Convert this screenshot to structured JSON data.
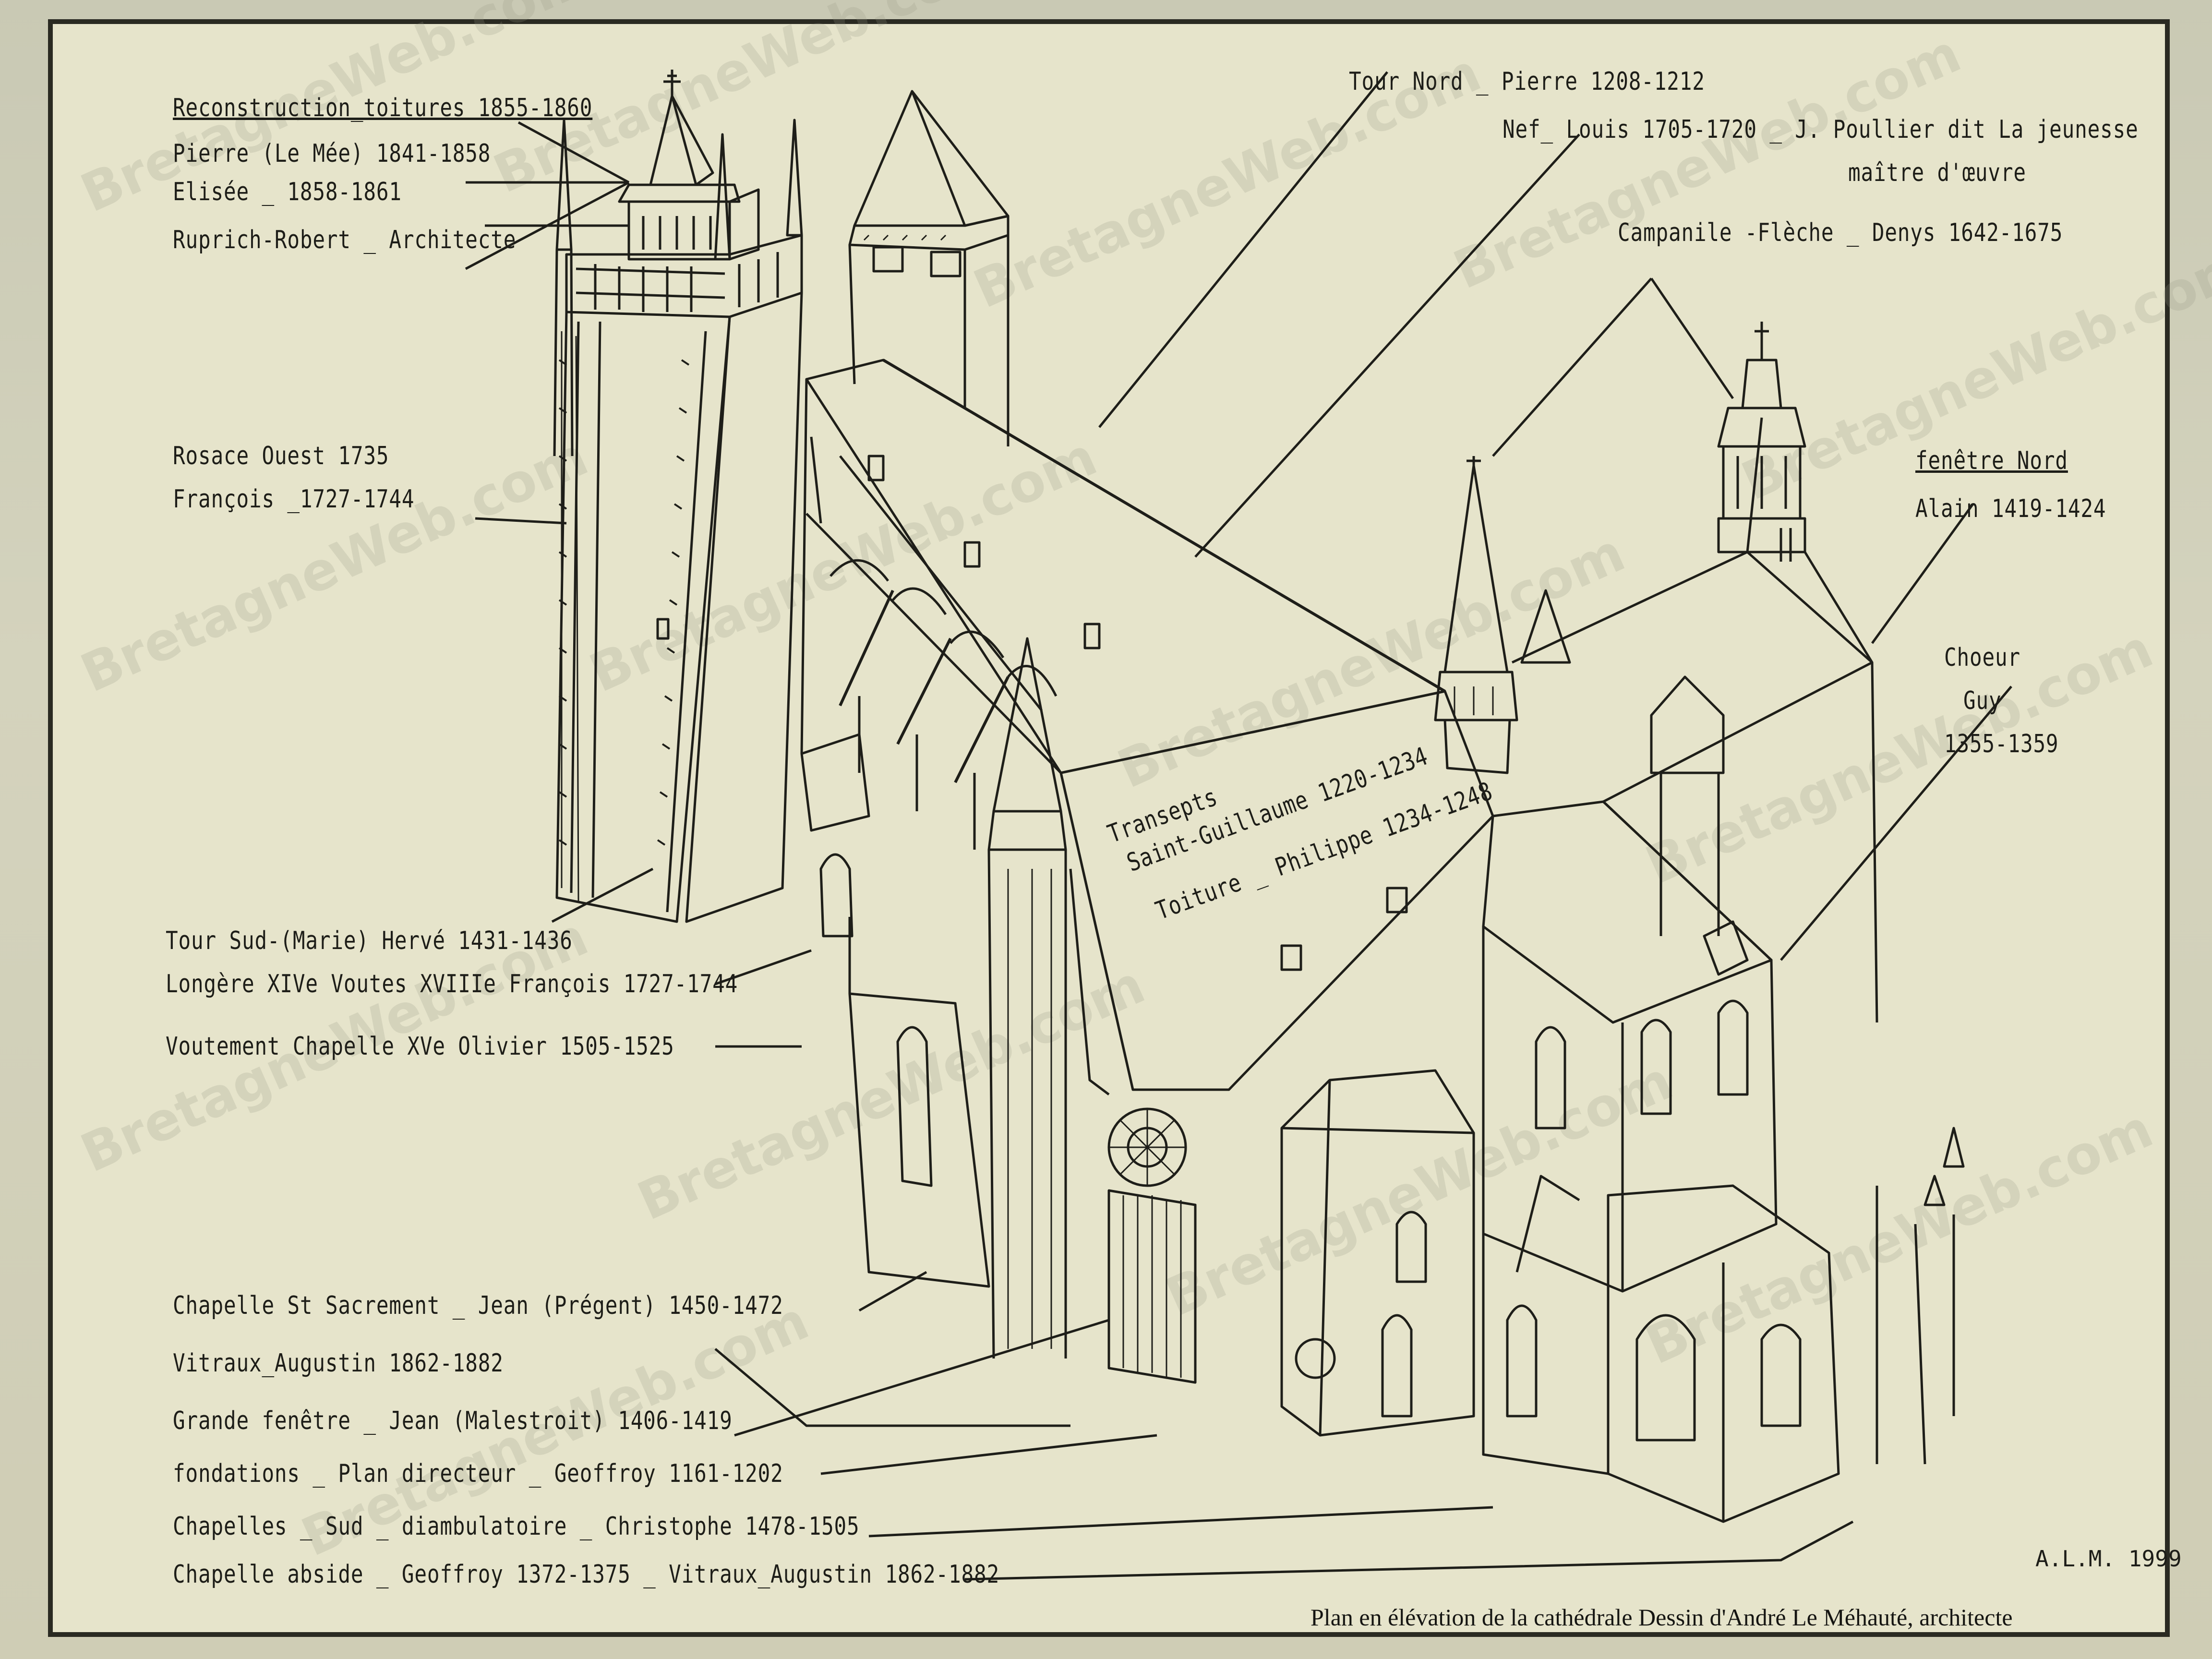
{
  "watermark": "BretagneWeb.com",
  "labels": {
    "reconstruction": "Reconstruction_toitures 1855-1860",
    "pierre_lemee": "Pierre (Le Mée) 1841-1858",
    "elisee": "Elisée _ 1858-1861",
    "ruprich": "Ruprich-Robert _ Architecte",
    "rosace_ouest": "Rosace Ouest 1735",
    "francois_rosace": "François _1727-1744",
    "tour_sud": "Tour Sud-(Marie) Hervé 1431-1436",
    "longere": "Longère XIVe Voutes XVIIIe François 1727-1744",
    "voutement": "Voutement Chapelle XVe Olivier 1505-1525",
    "chapelle_st": "Chapelle St Sacrement _ Jean (Prégent) 1450-1472",
    "vitraux_1": "Vitraux_Augustin 1862-1882",
    "grande_fenetre": "Grande fenêtre _ Jean (Malestroit) 1406-1419",
    "fondations": "fondations _ Plan directeur _ Geoffroy 1161-1202",
    "chapelles_sud": "Chapelles _ Sud _ diambulatoire _ Christophe 1478-1505",
    "chapelle_abside": "Chapelle abside _ Geoffroy 1372-1375 _ Vitraux_Augustin 1862-1882",
    "tour_nord": "Tour Nord _ Pierre 1208-1212",
    "nef": "Nef_ Louis 1705-1720 _ J. Poullier dit La jeunesse",
    "nef_2": "maître d'œuvre",
    "campanile": "Campanile -Flèche _ Denys 1642-1675",
    "fenetre_nord": "fenêtre Nord",
    "alain": "Alain 1419-1424",
    "choeur": "Choeur",
    "guy": "Guy",
    "guy_dates": "1355-1359",
    "transepts_1": "Transepts",
    "transepts_2": "Saint-Guillaume 1220-1234",
    "transepts_3": "Toiture _ Philippe 1234-1248"
  },
  "signature": "A.L.M. 1999",
  "caption": "Plan en élévation de la cathédrale Dessin d'André Le Méhauté, architecte"
}
